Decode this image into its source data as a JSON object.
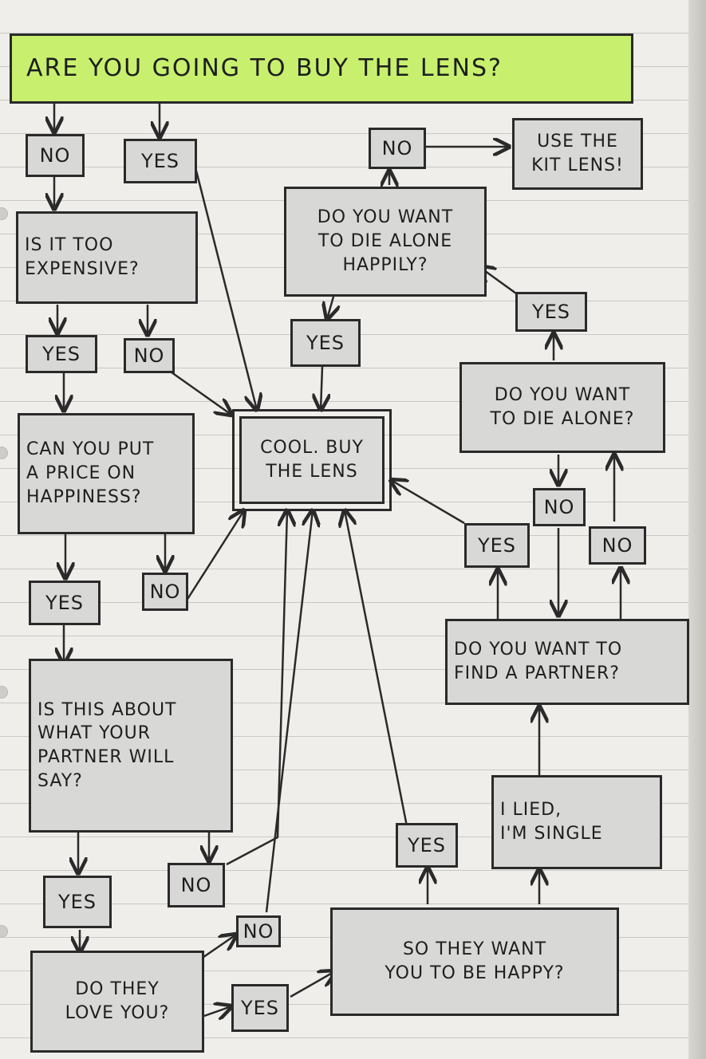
{
  "nodes": {
    "title": "ARE YOU GOING TO BUY THE LENS?",
    "no_1": "NO",
    "yes_1": "YES",
    "expensive": "IS IT TOO\nEXPENSIVE?",
    "yes_2": "YES",
    "no_2": "NO",
    "price": "CAN YOU PUT\nA PRICE ON\nHAPPINESS?",
    "yes_3": "YES",
    "no_3": "NO",
    "partner_say": "IS THIS ABOUT\nWHAT YOUR\nPARTNER WILL\nSAY?",
    "yes_4": "YES",
    "no_4": "NO",
    "love_you": "DO THEY\nLOVE YOU?",
    "no_5": "NO",
    "yes_5": "YES",
    "be_happy": "SO THEY WANT\nYOU TO BE HAPPY?",
    "yes_6": "YES",
    "lied_single": "I LIED,\nI'M SINGLE",
    "find_partner": "DO YOU WANT TO\nFIND A PARTNER?",
    "yes_7": "YES",
    "no_7": "NO",
    "no_8": "NO",
    "die_alone": "DO YOU WANT\nTO DIE ALONE?",
    "yes_8": "YES",
    "die_alone_happily": "DO YOU WANT\nTO DIE ALONE\nHAPPILY?",
    "no_9": "NO",
    "kit_lens": "USE THE\nKIT LENS!",
    "yes_9": "YES",
    "buy": "COOL. BUY\nTHE LENS"
  },
  "colors": {
    "ink": "#2a2a2a",
    "box_fill": "#d8d8d6",
    "highlight": "#c8f06e",
    "paper": "#efeeeb"
  }
}
